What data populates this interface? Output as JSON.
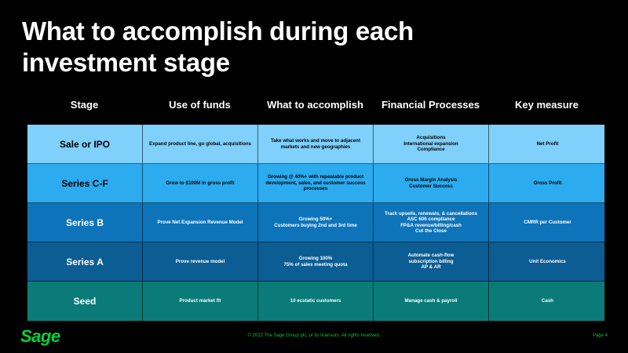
{
  "title": {
    "line1": "What to accomplish during each",
    "line2": "investment stage"
  },
  "headers": [
    "Stage",
    "Use of funds",
    "What to accomplish",
    "Financial Processes",
    "Key measure"
  ],
  "colors": {
    "background": "#000000",
    "brand_green": "#00d639",
    "row_sale_or_ipo": "#7fd0fb",
    "row_series_cf": "#2cabef",
    "row_series_b": "#0e74b9",
    "row_series_a": "#0b5d93",
    "row_seed": "#0a7b78"
  },
  "rows": [
    {
      "stage": "Sale or IPO",
      "text_color": "#000000",
      "use_of_funds": [
        "Expand product line, go global, acquisitions"
      ],
      "accomplish": [
        "Take what works and move to adjacent",
        "markets and new geographies"
      ],
      "financial": [
        "Acquisitions",
        "International expansion",
        "Compliance"
      ],
      "key_measure": [
        "Net Profit"
      ]
    },
    {
      "stage": "Series C-F",
      "text_color": "#000000",
      "use_of_funds": [
        "Grow to $100M in gross profit"
      ],
      "accomplish": [
        "Growing @ 40%+ with repeatable product",
        "development, sales, and customer success",
        "processes"
      ],
      "financial": [
        "Gross Margin Analysis",
        "Customer Success"
      ],
      "key_measure": [
        "Gross Profit"
      ]
    },
    {
      "stage": "Series B",
      "text_color": "#ffffff",
      "use_of_funds": [
        "Prove Net Expansion Revenue Model"
      ],
      "accomplish": [
        "Growing 50%+",
        "Customers buying 2nd and 3rd time"
      ],
      "financial": [
        "Track upsells, renewals, & cancellations",
        "ASC 606 compliance",
        "FP&A revenue/billing/cash",
        "Cut the Close"
      ],
      "key_measure": [
        "CMRR per Customer"
      ]
    },
    {
      "stage": "Series A",
      "text_color": "#ffffff",
      "use_of_funds": [
        "Prove revenue model"
      ],
      "accomplish": [
        "Growing 100%",
        "75% of sales meeting quota"
      ],
      "financial": [
        "Automate cash-flow",
        "subscription billing",
        "AP & AR"
      ],
      "key_measure": [
        "Unit Economics"
      ]
    },
    {
      "stage": "Seed",
      "text_color": "#ffffff",
      "use_of_funds": [
        "Product market fit"
      ],
      "accomplish": [
        "10 ecstatic customers"
      ],
      "financial": [
        "Manage cash & payroll"
      ],
      "key_measure": [
        "Cash"
      ]
    }
  ],
  "footer": {
    "logo": "Sage",
    "copyright": "© 2022 The Sage Group plc, or its licensors. All rights reserved.",
    "page": "Page 4"
  }
}
